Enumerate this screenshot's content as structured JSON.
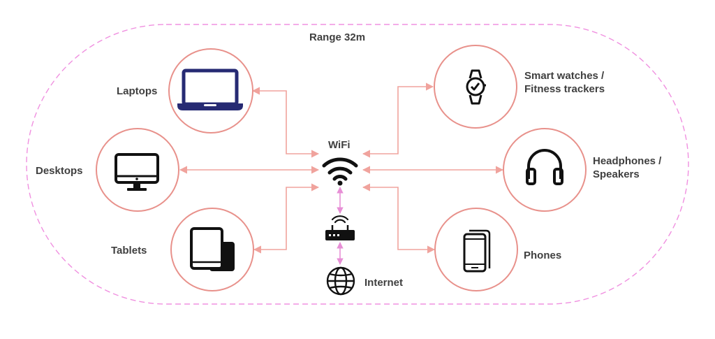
{
  "range_label": "Range 32m",
  "hub": {
    "wifi_label": "WiFi",
    "internet_label": "Internet"
  },
  "devices": {
    "laptops": "Laptops",
    "desktops": "Desktops",
    "tablets": "Tablets",
    "smartwatches_line1": "Smart watches /",
    "smartwatches_line2": "Fitness trackers",
    "headphones_line1": "Headphones /",
    "headphones_line2": "Speakers",
    "phones": "Phones"
  },
  "colors": {
    "boundary": "#f090e0",
    "circle": "#e8918b",
    "connector": "#f0a39d",
    "uplink": "#e78fd6",
    "laptop_icon": "#262a73",
    "icon": "#111111"
  },
  "icons": [
    "laptop-icon",
    "desktop-monitor-icon",
    "tablet-icon",
    "smartwatch-icon",
    "headphones-icon",
    "phone-icon",
    "wifi-icon",
    "router-icon",
    "globe-icon"
  ]
}
